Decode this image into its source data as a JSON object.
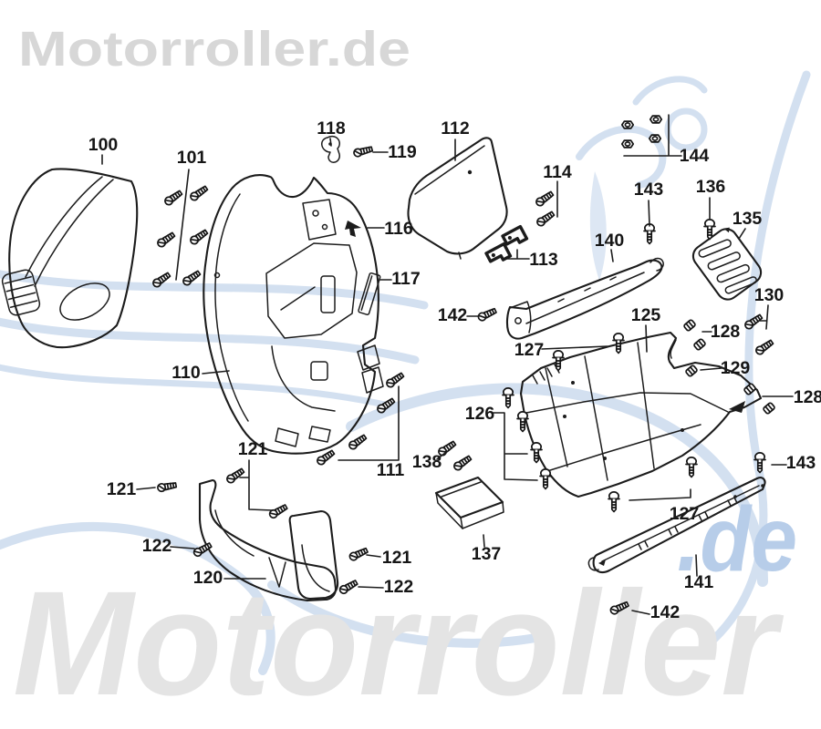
{
  "branding": {
    "logo_text": "Motorroller.de",
    "watermark_text": "Motorroller",
    "watermark_suffix": ".de",
    "colors": {
      "background": "#ffffff",
      "line_art": "#1c1c1c",
      "logo_gray": "#d7d7d7",
      "watermark_gray": "#e4e4e4",
      "watermark_blue": "#b7cde9",
      "scooter_blue": "#d3e0f0"
    }
  },
  "icons": {
    "screw-icon": "pan-head screw",
    "bolt-icon": "dome-head bolt",
    "nut-icon": "clip nut",
    "hexnut-icon": "flange nut",
    "clip-icon": "hook clip",
    "arrow-clip-icon": "arrow clip"
  },
  "callouts": [
    {
      "label": "100"
    },
    {
      "label": "101"
    },
    {
      "label": "118"
    },
    {
      "label": "119"
    },
    {
      "label": "112"
    },
    {
      "label": "114"
    },
    {
      "label": "144"
    },
    {
      "label": "143"
    },
    {
      "label": "136"
    },
    {
      "label": "135"
    },
    {
      "label": "116"
    },
    {
      "label": "113"
    },
    {
      "label": "140"
    },
    {
      "label": "117"
    },
    {
      "label": "130"
    },
    {
      "label": "142"
    },
    {
      "label": "125"
    },
    {
      "label": "128"
    },
    {
      "label": "127"
    },
    {
      "label": "129"
    },
    {
      "label": "110"
    },
    {
      "label": "128"
    },
    {
      "label": "126"
    },
    {
      "label": "121"
    },
    {
      "label": "138"
    },
    {
      "label": "111"
    },
    {
      "label": "143"
    },
    {
      "label": "121"
    },
    {
      "label": "127"
    },
    {
      "label": "122"
    },
    {
      "label": "137"
    },
    {
      "label": "121"
    },
    {
      "label": "120"
    },
    {
      "label": "141"
    },
    {
      "label": "122"
    },
    {
      "label": "142"
    }
  ]
}
